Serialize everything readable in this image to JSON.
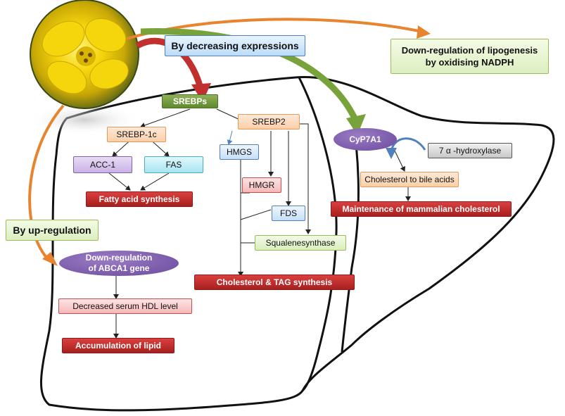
{
  "callouts": {
    "decreasing": "By decreasing expressions",
    "lipogenesis_line1": "Down-regulation of lipogenesis",
    "lipogenesis_line2": "by oxidising NADPH",
    "upregulation": "By up-regulation"
  },
  "nodes": {
    "srebps": "SREBPs",
    "srebp1c": "SREBP-1c",
    "srebp2": "SREBP2",
    "acc1": "ACC-1",
    "fas": "FAS",
    "fatty_acid": "Fatty acid synthesis",
    "hmgs": "HMGS",
    "hmgr": "HMGR",
    "fds": "FDS",
    "squalene": "Squalenesynthase",
    "chol_tag": "Cholesterol & TAG synthesis",
    "cyp7a1": "CyP7A1",
    "hydroxylase": "7 α -hydroxylase",
    "bile": "Cholesterol to bile acids",
    "maintenance": "Maintenance of  mammalian cholesterol",
    "abca1_line1": "Down-regulation",
    "abca1_line2": "of ABCA1 gene",
    "hdl": "Decreased  serum HDL level",
    "lipid": "Accumulation of lipid"
  },
  "colors": {
    "red_arrow": "#c0302e",
    "green_arrow": "#77a33a",
    "orange_arrow": "#e8832e",
    "flower": "#f2d20a",
    "red_box": "#b32726",
    "purple": "#7a5aa8"
  },
  "icons": {
    "flower": "yellow-flower-photo",
    "liver": "liver-outline",
    "curved": "curved-feedback-arrow"
  }
}
